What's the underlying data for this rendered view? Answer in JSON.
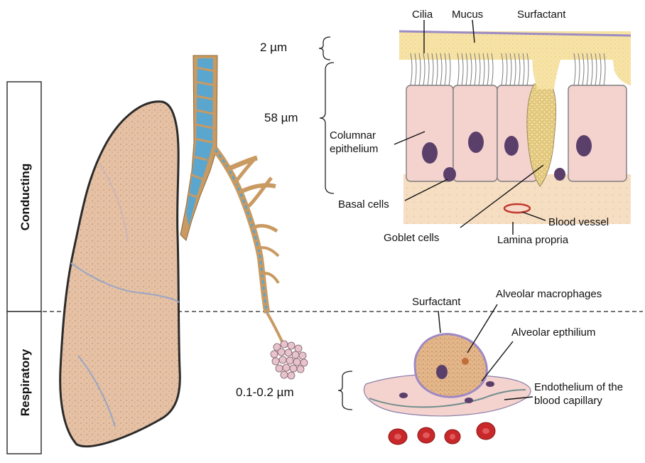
{
  "regions": {
    "conducting": "Conducting",
    "respiratory": "Respiratory"
  },
  "measurements": {
    "mucus_layer": "2 µm",
    "epithelium": "58 µm",
    "alveolar_barrier": "0.1-0.2 µm"
  },
  "airway_labels": {
    "cilia": "Cilia",
    "mucus": "Mucus",
    "surfactant": "Surfactant",
    "columnar_line1": "Columnar",
    "columnar_line2": "epithelium",
    "basal_cells": "Basal cells",
    "goblet_cells": "Goblet cells",
    "blood_vessel": "Blood vessel",
    "lamina_propria": "Lamina propria"
  },
  "alveolar_labels": {
    "surfactant": "Surfactant",
    "macrophages": "Alveolar macrophages",
    "epithelium": "Alveolar epthilium",
    "endothelium_line1": "Endothelium of the",
    "endothelium_line2": "blood capillary"
  },
  "colors": {
    "lung_fill": "#e8c3a6",
    "lung_outline": "#2b2b2b",
    "airway_tan": "#c99a62",
    "airway_blue": "#5aa6cf",
    "mucus_yellow": "#f5df9c",
    "cell_pink": "#f4d3cf",
    "nucleus": "#5b3f6b",
    "rbc": "#c8282a"
  }
}
